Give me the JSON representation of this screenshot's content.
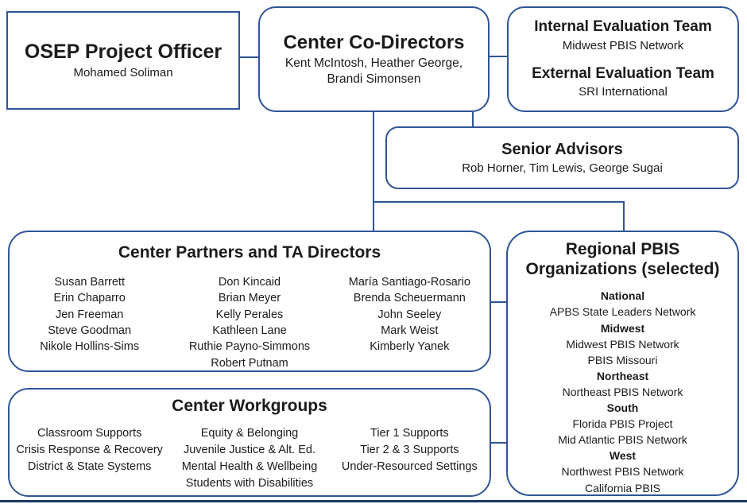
{
  "colors": {
    "box_border": "#2F5597",
    "bottom_rule": "#1F3864",
    "text": "#1b1b1b",
    "background": "#ffffff"
  },
  "boxes": {
    "osep": {
      "title": "OSEP Project Officer",
      "subtitle": "Mohamed Soliman"
    },
    "co_directors": {
      "title": "Center Co-Directors",
      "subtitle": "Kent McIntosh, Heather George, Brandi Simonsen"
    },
    "evaluation": {
      "internal_title": "Internal Evaluation Team",
      "internal_subtitle": "Midwest PBIS Network",
      "external_title": "External Evaluation Team",
      "external_subtitle": "SRI International"
    },
    "senior_advisors": {
      "title": "Senior Advisors",
      "subtitle": "Rob Horner, Tim Lewis, George Sugai"
    },
    "partners": {
      "title": "Center Partners and TA Directors",
      "columns": [
        [
          "Susan Barrett",
          "Erin Chaparro",
          "Jen Freeman",
          "Steve Goodman",
          "Nikole Hollins-Sims"
        ],
        [
          "Don Kincaid",
          "Brian Meyer",
          "Kelly Perales",
          "Kathleen Lane",
          "Ruthie Payno-Simmons",
          "Robert Putnam"
        ],
        [
          "María Santiago-Rosario",
          "Brenda Scheuermann",
          "John Seeley",
          "Mark Weist",
          "Kimberly Yanek"
        ]
      ]
    },
    "workgroups": {
      "title": "Center Workgroups",
      "columns": [
        [
          "Classroom Supports",
          "Crisis Response & Recovery",
          "District & State Systems"
        ],
        [
          "Equity & Belonging",
          "Juvenile Justice & Alt. Ed.",
          "Mental Health & Wellbeing",
          "Students with Disabilities"
        ],
        [
          "Tier 1 Supports",
          "Tier 2 & 3 Supports",
          "Under-Resourced Settings"
        ]
      ]
    },
    "regional": {
      "title": "Regional PBIS Organizations (selected)",
      "items": [
        {
          "label": "National",
          "bold": true
        },
        {
          "label": "APBS State Leaders Network",
          "bold": false
        },
        {
          "label": "Midwest",
          "bold": true
        },
        {
          "label": "Midwest PBIS Network",
          "bold": false
        },
        {
          "label": "PBIS Missouri",
          "bold": false
        },
        {
          "label": "Northeast",
          "bold": true
        },
        {
          "label": "Northeast PBIS Network",
          "bold": false
        },
        {
          "label": "South",
          "bold": true
        },
        {
          "label": "Florida PBIS Project",
          "bold": false
        },
        {
          "label": "Mid Atlantic PBIS Network",
          "bold": false
        },
        {
          "label": "West",
          "bold": true
        },
        {
          "label": "Northwest PBIS Network",
          "bold": false
        },
        {
          "label": "California PBIS",
          "bold": false
        }
      ]
    }
  }
}
